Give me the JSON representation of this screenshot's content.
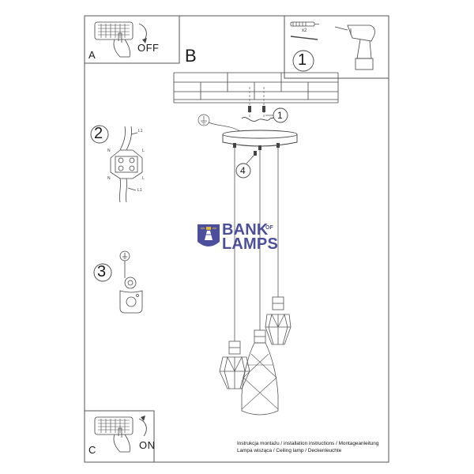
{
  "panels": {
    "a": {
      "letter": "A",
      "label": "OFF"
    },
    "b": {
      "letter": "B"
    },
    "c": {
      "letter": "C",
      "label": "ON"
    }
  },
  "steps": {
    "s1_box": "1",
    "s1_callout": "1",
    "s2": "2",
    "s3": "3",
    "s4": "4"
  },
  "tool_note": "x2",
  "wiring_labels": {
    "l1_top": "L1",
    "l1_bottom": "L1",
    "n_top": "N",
    "l_top": "L",
    "n_bottom": "N",
    "l_bottom": "L"
  },
  "logo": {
    "line1": "BANK",
    "of": "OF",
    "line2": "LAMPS"
  },
  "caption": {
    "line1": "Instrukcja montażu / installation instructions / Montageanleitung",
    "line2": "Lampa wisząca / Ceiling lamp / Deckenleuchte"
  },
  "colors": {
    "line": "#555555",
    "logo": "#4b4f9c",
    "logo_accent": "#e5b53c"
  }
}
